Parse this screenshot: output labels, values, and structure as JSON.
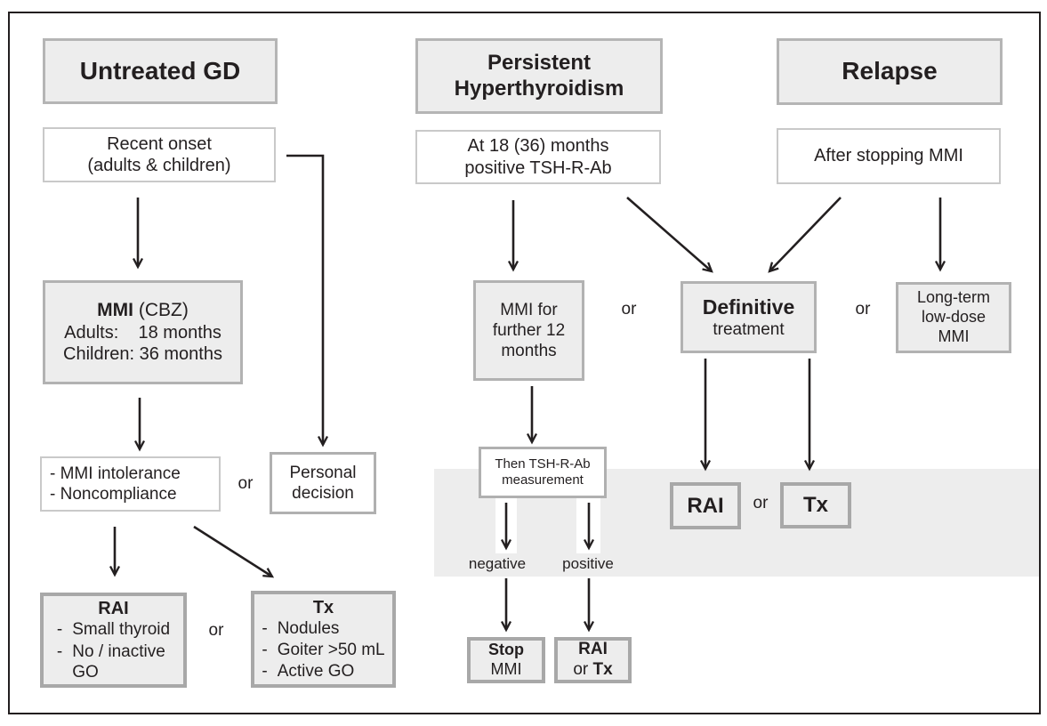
{
  "labels": {
    "or": "or",
    "dash": "-",
    "negative": "negative",
    "positive": "positive"
  },
  "headers": {
    "untreated": "Untreated GD",
    "persistent": "Persistent\nHyperthyroidism",
    "relapse": "Relapse"
  },
  "boxes": {
    "recent_onset": "Recent onset\n(adults & children)",
    "mmi": {
      "title_bold": "MMI",
      "title_rest": " (CBZ)",
      "body": "Adults:    18 months\nChildren: 36 months"
    },
    "criteria": "- MMI intolerance\n- Noncompliance",
    "personal": "Personal\ndecision",
    "rai_left": {
      "title": "RAI",
      "items": [
        "Small thyroid",
        "No / inactive\nGO"
      ]
    },
    "tx_left": {
      "title": "Tx",
      "items": [
        "Nodules",
        "Goiter >50 mL",
        "Active GO"
      ]
    },
    "at_18": "At 18 (36) months\npositive TSH-R-Ab",
    "mmi_further": "MMI for\nfurther 12\nmonths",
    "definitive": {
      "title": "Definitive",
      "subtitle": "treatment"
    },
    "long_term": "Long-term\nlow-dose\nMMI",
    "after_stopping": "After stopping MMI",
    "then_tshrab": "Then TSH-R-Ab\nmeasurement",
    "stop_mmi": {
      "line1": "Stop",
      "line2": "MMI"
    },
    "rai_or_tx": {
      "line1": "RAI",
      "line2_normal": "or ",
      "line2_bold": "Tx"
    },
    "rai_small": "RAI",
    "tx_small": "Tx"
  },
  "colors": {
    "box_fill": "#ededed",
    "header_border": "#b5b5b5",
    "white_box_border": "#c9c9c9",
    "small_box_border": "#a8a8a8",
    "band_fill": "#ededed",
    "line": "#231f20",
    "frame": "#221e1f"
  }
}
